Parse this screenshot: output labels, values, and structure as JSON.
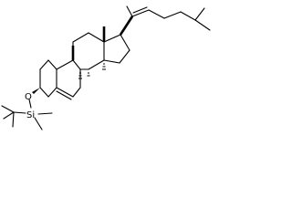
{
  "molecule": {
    "atoms": {
      "oxygen": "O",
      "silicon": "Si",
      "stereo_h": [
        "H",
        "H",
        "H"
      ]
    }
  }
}
